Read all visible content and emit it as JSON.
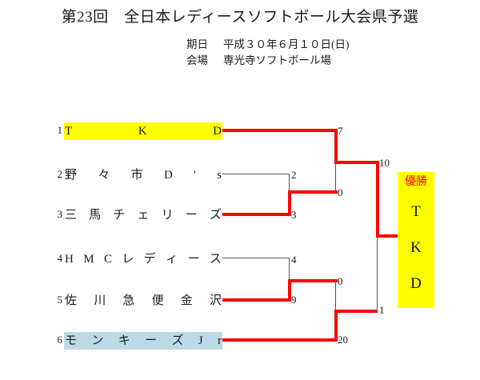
{
  "header": {
    "title": "第23回　全日本レディースソフトボール大会県予選",
    "date_label": "期日",
    "date_value": "平成３０年６月１０日(日)",
    "venue_label": "会場",
    "venue_value": "専光寺ソフトボール場"
  },
  "bracket": {
    "teams": [
      {
        "seed": "1",
        "parts": [
          "T",
          "K",
          "D"
        ],
        "highlight": "yellow"
      },
      {
        "seed": "2",
        "parts": [
          "野",
          "々",
          "市",
          "D",
          "'",
          "s"
        ],
        "highlight": "none"
      },
      {
        "seed": "3",
        "parts": [
          "三",
          "馬",
          "チ",
          "ェ",
          "リ",
          "ー",
          "ズ"
        ],
        "highlight": "none"
      },
      {
        "seed": "4",
        "parts": [
          "H",
          "M",
          "C",
          "レ",
          "デ",
          "ィ",
          "ー",
          "ス"
        ],
        "highlight": "none"
      },
      {
        "seed": "5",
        "parts": [
          "佐",
          "川",
          "急",
          "便",
          "金",
          "沢"
        ],
        "highlight": "none"
      },
      {
        "seed": "6",
        "parts": [
          "モ",
          "ン",
          "キ",
          "ー",
          "ズ",
          "J",
          "r"
        ],
        "highlight": "blue"
      }
    ],
    "scores": {
      "r1_tkd": "7",
      "r1_nonoichi": "2",
      "r1_sanma": "3",
      "r2_upper_loser": "0",
      "r3_upper_winner": "10",
      "r1_hmc": "4",
      "r1_sagawa": "9",
      "r2_lower_loser": "0",
      "r2_monkeys": "20",
      "r3_lower_winner": "1"
    }
  },
  "champion": {
    "label": "優勝",
    "letters": [
      "T",
      "K",
      "D"
    ]
  },
  "colors": {
    "win_line": "#ff0000",
    "lose_line": "#555555",
    "highlight_yellow": "#ffff00",
    "highlight_blue": "#bcd9e6",
    "champion_label": "#ff0000"
  }
}
